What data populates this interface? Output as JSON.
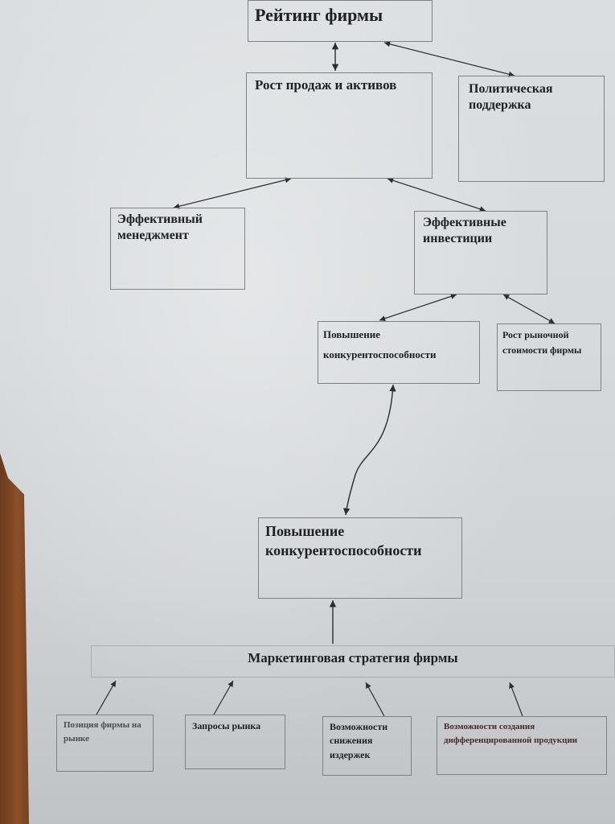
{
  "diagram": {
    "title": "Рейтинг фирмы",
    "nodes": {
      "sales_growth": "Рост продаж и активов",
      "political_support": "Политическая поддержка",
      "effective_management": "Эффективный менеджмент",
      "effective_investments": "Эффективные инвестиции",
      "competitiveness_small": "Повышение конкурентоспособности",
      "market_value": "Рост рыночной стоимости фирмы",
      "competitiveness_main": "Повышение конкурентоспособности",
      "marketing_strategy": "Маркетинговая стратегия фирмы",
      "market_position": "Позиция фирмы на рынке",
      "market_demands": "Запросы рынка",
      "cost_reduction": "Возможности снижения издержек",
      "differentiated_products": "Возможности создания дифференцированной продукции"
    },
    "colors": {
      "text": "#1e2024",
      "border": "#7e8288",
      "arrow": "#2a2c30"
    }
  }
}
